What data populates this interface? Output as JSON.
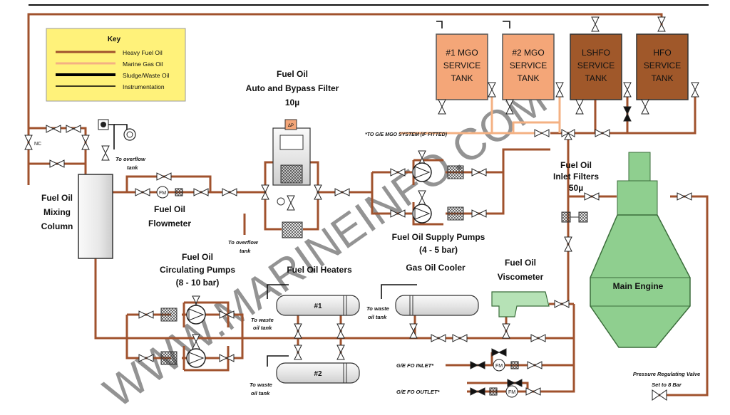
{
  "key": {
    "title": "Key",
    "items": [
      {
        "label": "Heavy Fuel Oil",
        "color": "#a0522d"
      },
      {
        "label": "Marine Gas Oil",
        "color": "#f4b183"
      },
      {
        "label": "Sludge/Waste Oil",
        "color": "#000000"
      },
      {
        "label": "Instrumentation",
        "color": "#000000"
      }
    ],
    "background": "#fff27a"
  },
  "tanks": [
    {
      "line1": "#1 MGO",
      "line2": "SERVICE",
      "line3": "TANK",
      "color": "#f4a678"
    },
    {
      "line1": "#2 MGO",
      "line2": "SERVICE",
      "line3": "TANK",
      "color": "#f4a678"
    },
    {
      "line1": "LSHFO",
      "line2": "SERVICE",
      "line3": "TANK",
      "color": "#a0582a"
    },
    {
      "line1": "HFO",
      "line2": "SERVICE",
      "line3": "TANK",
      "color": "#a0582a"
    }
  ],
  "labels": {
    "filter_l1": "Fuel Oil",
    "filter_l2": "Auto and Bypass Filter",
    "filter_l3": "10µ",
    "dp": "ΔP",
    "to_ge_mgo": "*TO G/E MGO SYSTEM (IF FITTED)",
    "nc": "NC",
    "overflow1_l1": "To overflow",
    "overflow1_l2": "tank",
    "overflow2_l1": "To overflow",
    "overflow2_l2": "tank",
    "mixing_l1": "Fuel Oil",
    "mixing_l2": "Mixing",
    "mixing_l3": "Column",
    "flowmeter_l1": "Fuel Oil",
    "flowmeter_l2": "Flowmeter",
    "fm": "FM",
    "supply_l1": "Fuel Oil Supply Pumps",
    "supply_l2": "(4 - 5 bar)",
    "inlet_l1": "Fuel Oil",
    "inlet_l2": "Inlet Filters",
    "inlet_l3": "50µ",
    "circ_l1": "Fuel Oil",
    "circ_l2": "Circulating Pumps",
    "circ_l3": "(8 - 10 bar)",
    "heaters": "Fuel Oil Heaters",
    "heater1": "#1",
    "heater2": "#2",
    "cooler": "Gas Oil Cooler",
    "visco_l1": "Fuel Oil",
    "visco_l2": "Viscometer",
    "main_engine": "Main Engine",
    "waste1_l1": "To waste",
    "waste1_l2": "oil tank",
    "waste2_l1": "To waste",
    "waste2_l2": "oil tank",
    "waste3_l1": "To waste",
    "waste3_l2": "oil tank",
    "ge_inlet": "G/E FO INLET*",
    "ge_outlet": "G/E FO OUTLET*",
    "prv_l1": "Pressure Regulating Valve",
    "prv_l2": "Set to 8 Bar",
    "watermark": "WWW.MARINEINFO.COM"
  },
  "colors": {
    "hfo": "#a0522d",
    "mgo": "#f4b183",
    "engine": "#8fcf8f",
    "column": "#e8e8e8"
  }
}
